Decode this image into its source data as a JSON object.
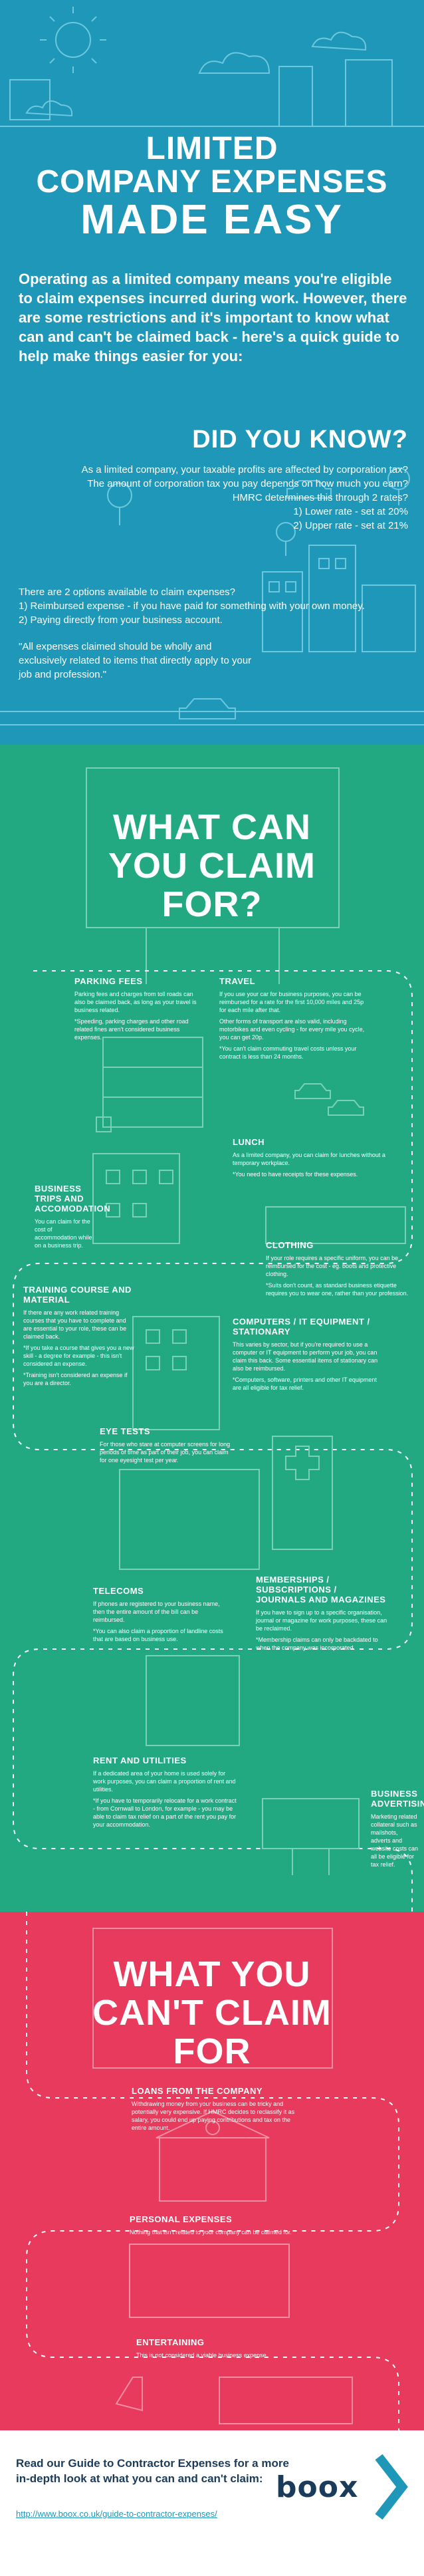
{
  "hero": {
    "title_line1": "LIMITED",
    "title_line2": "COMPANY EXPENSES",
    "title_line3": "MADE EASY",
    "intro": "Operating as a limited company means you're eligible to claim expenses incurred during work. However, there are some restrictions and it's important to know what can and can't be claimed back - here's a quick guide to help make things easier for you:"
  },
  "did_you_know": {
    "title": "DID YOU KNOW?",
    "lines": [
      "As a limited company, your taxable profits are affected by corporation tax?",
      "The amount of corporation tax you pay depends on how much you earn?",
      "HMRC determines this through 2 rates?",
      "1) Lower rate - set at 20%",
      "2) Upper rate - set at 21%"
    ],
    "options_lines": [
      "There are 2 options available to claim expenses?",
      "1) Reimbursed expense - if you have paid for something with your own money.",
      "2) Paying directly from your business account."
    ],
    "quote": "\"All expenses claimed should be wholly and exclusively related to items that directly apply to your job and profession.\""
  },
  "can_claim": {
    "title_line1": "WHAT CAN",
    "title_line2": "YOU CLAIM",
    "title_line3": "FOR?",
    "items": [
      {
        "title": "PARKING FEES",
        "body": "Parking fees and charges from toll roads can also be claimed back, as long as your travel is business related.",
        "note": "*Speeding, parking charges and other road related fines aren't considered business expenses."
      },
      {
        "title": "TRAVEL",
        "body": "If you use your car for business purposes, you can be reimbursed for a rate for the first 10,000 miles and 25p for each mile after that.",
        "note": "Other forms of transport are also valid, including motorbikes and even cycling - for every mile you cycle, you can get 20p.",
        "note2": "*You can't claim commuting travel costs unless your contract is less than 24 months."
      },
      {
        "title": "LUNCH",
        "body": "As a limited company, you can claim for lunches without a temporary workplace.",
        "note": "*You need to have receipts for these expenses."
      },
      {
        "title": "BUSINESS TRIPS AND ACCOMODATION",
        "body": "You can claim for the cost of accommodation while on a business trip."
      },
      {
        "title": "CLOTHING",
        "body": "If your role requires a specific uniform, you can be reimbursed for the cost - eg. boots and protective clothing.",
        "note": "*Suits don't count, as standard business etiquette requires you to wear one, rather than your profession."
      },
      {
        "title": "TRAINING COURSE AND MATERIAL",
        "body": "If there are any work related training courses that you have to complete and are essential to your role, these can be claimed back.",
        "note": "*If you take a course that gives you a new skill - a degree for example - this isn't considered an expense.",
        "note2": "*Training isn't considered an expense if you are a director."
      },
      {
        "title": "COMPUTERS / IT EQUIPMENT / STATIONARY",
        "body": "This varies by sector, but if you're required to use a computer or IT equipment to perform your job, you can claim this back. Some essential items of stationary can also be reimbursed.",
        "note": "*Computers, software, printers and other IT equipment are all eligible for tax relief."
      },
      {
        "title": "EYE TESTS",
        "body": "For those who stare at computer screens for long periods of time as part of their job, you can claim for one eyesight test per year."
      },
      {
        "title": "TELECOMS",
        "body": "If phones are registered to your business name, then the entire amount of the bill can be reimbursed.",
        "note": "*You can also claim a proportion of landline costs that are based on business use."
      },
      {
        "title": "MEMBERSHIPS / SUBSCRIPTIONS / JOURNALS AND MAGAZINES",
        "body": "If you have to sign up to a specific organisation, journal or magazine for work purposes, these can be reclaimed.",
        "note": "*Membership claims can only be backdated to when the company was incorporated."
      },
      {
        "title": "RENT AND UTILITIES",
        "body": "If a dedicated area of your home is used solely for work purposes, you can claim a proportion of rent and utilities.",
        "note": "*If you have to temporarily relocate for a work contract - from Cornwall to London, for example - you may be able to claim tax relief on a part of the rent you pay for your accommodation."
      },
      {
        "title": "BUSINESS ADVERTISING",
        "body": "Marketing related collateral such as mailshots, adverts and website costs can all be eligible for tax relief."
      }
    ]
  },
  "cant_claim": {
    "title_line1": "WHAT YOU",
    "title_line2": "CAN'T CLAIM",
    "title_line3": "FOR",
    "items": [
      {
        "title": "LOANS FROM THE COMPANY",
        "body": "Withdrawing money from your business can be tricky and potentially very expensive. If HMRC decides to reclassify it as salary, you could end up paying contributions and tax on the entire amount."
      },
      {
        "title": "PERSONAL EXPENSES",
        "body": "Nothing that isn't related to your company can be claimed for."
      },
      {
        "title": "ENTERTAINING",
        "body": "This is not considered a viable business expense."
      }
    ]
  },
  "footer": {
    "text": "Read our Guide to Contractor Expenses for a more in-depth look at what you can and can't claim:",
    "link": "http://www.boox.co.uk/guide-to-contractor-expenses/",
    "logo": "boox",
    "colors": {
      "navy": "#1b3b5a",
      "cyan": "#1f97b8"
    }
  },
  "colors": {
    "blue": "#1f97b8",
    "green": "#22a981",
    "red": "#e83a5c"
  }
}
